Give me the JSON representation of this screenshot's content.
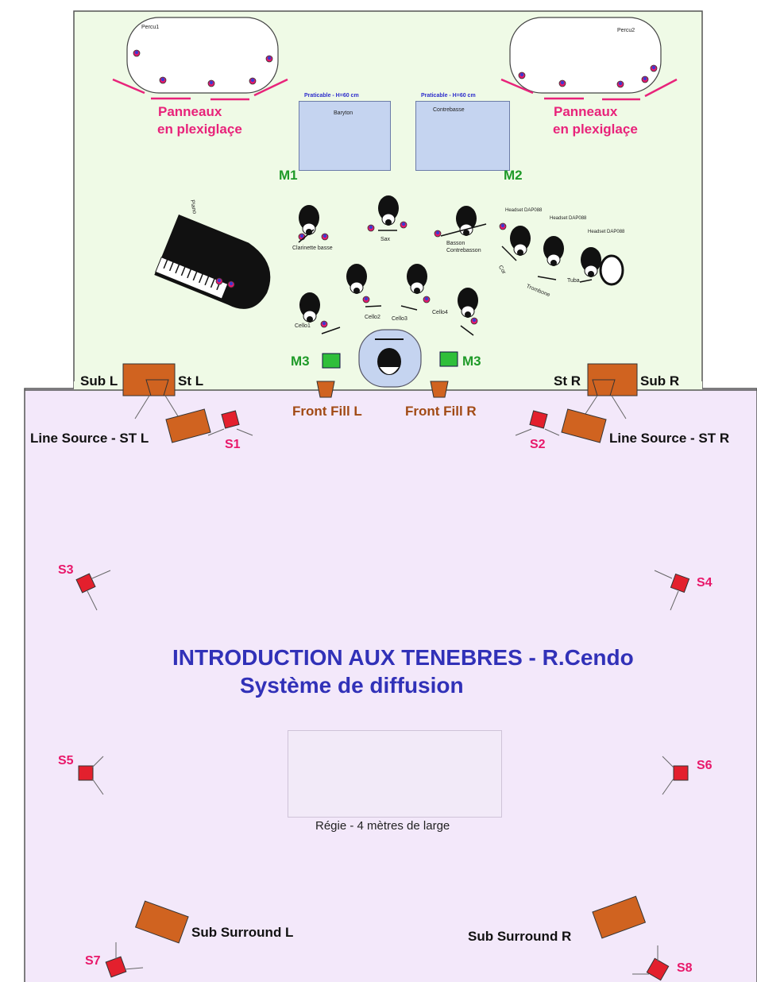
{
  "title_line1": "INTRODUCTION AUX TENEBRES - R.Cendo",
  "title_line2": "Système de diffusion",
  "percussion": {
    "left": "Percu1",
    "right": "Percu2"
  },
  "panels": {
    "line1": "Panneaux",
    "line2": "en plexiglaçe"
  },
  "platform_label": "Praticable - H=60 cm",
  "musicians": {
    "baryton": "Baryton",
    "contrebasse": "Contrebasse",
    "piano": "Piano",
    "clarinette": "Clarinette basse",
    "sax": "Sax",
    "basson_1": "Basson",
    "basson_2": "Contrebasson",
    "cor": "Cor",
    "trombone": "Trombone",
    "tuba": "Tuba",
    "cello1": "Cello1",
    "cello2": "Cello2",
    "cello3": "Cello3",
    "cello4": "Cello4",
    "headset": "Headset DAP088"
  },
  "mics": {
    "m1": "M1",
    "m2": "M2",
    "m3": "M3"
  },
  "front_fills": {
    "left": "Front Fill L",
    "right": "Front Fill R"
  },
  "stage_speakers": {
    "sub_l": "Sub L",
    "st_l": "St L",
    "st_r": "St R",
    "sub_r": "Sub R"
  },
  "line_source": {
    "left": "Line Source - ST L",
    "right": "Line Source - ST R"
  },
  "surrounds": [
    "S1",
    "S2",
    "S3",
    "S4",
    "S5",
    "S6",
    "S7",
    "S8"
  ],
  "regie_label": "Régie - 4 mètres de large",
  "sub_surround": {
    "left": "Sub Surround L",
    "right": "Sub Surround R"
  },
  "colors": {
    "stage_bg": "#effae6",
    "hall_bg": "#f3e8fa",
    "pink": "#e8237a",
    "green": "#1e9a28",
    "brown": "#a14a14",
    "title_blue": "#3131b8",
    "speaker_orange": "#d06320",
    "surround_red": "#e3202d"
  }
}
